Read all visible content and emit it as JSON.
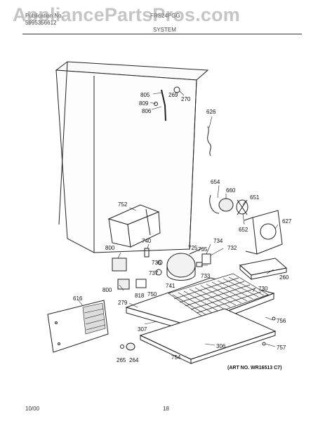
{
  "header": {
    "pub_label": "Publication No.",
    "pub_number": "5995356612",
    "model": "FRS24PGG",
    "section": "SYSTEM"
  },
  "watermark": "AppliancePartsPros.com",
  "art_number": "(ART NO. WR16513 C7)",
  "footer": {
    "date": "10/00",
    "page": "18"
  },
  "callouts": {
    "c805": "805",
    "c269": "269",
    "c809": "809",
    "c270": "270",
    "c806": "806",
    "c626": "626",
    "c654": "654",
    "c660": "660",
    "c651": "651",
    "c752": "752",
    "c627": "627",
    "c652": "652",
    "c740": "740",
    "c734": "734",
    "c725": "725",
    "c735": "735",
    "c732": "732",
    "c800a": "800",
    "c736": "736",
    "c737": "737",
    "c733": "733",
    "c260": "260",
    "c741": "741",
    "c800b": "800",
    "c818": "818",
    "c750": "750",
    "c730": "730",
    "c616": "616",
    "c279": "279",
    "c756": "756",
    "c307": "307",
    "c306": "306",
    "c757": "757",
    "c754": "754",
    "c265": "265",
    "c264": "264"
  }
}
